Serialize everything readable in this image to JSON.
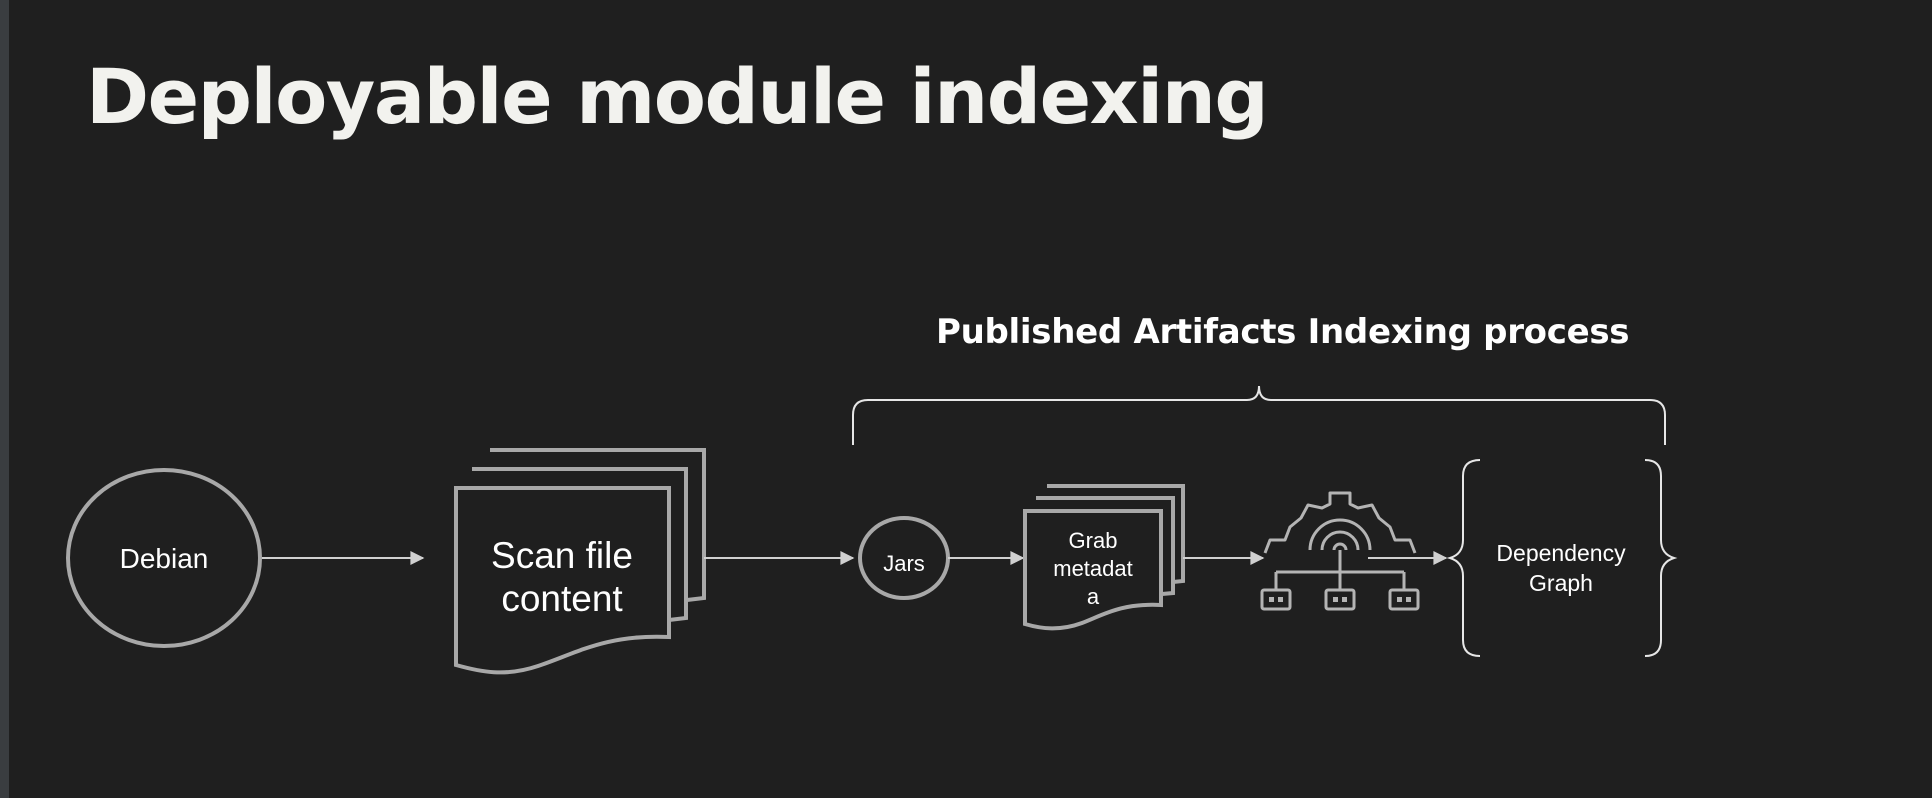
{
  "slide": {
    "title": "Deployable module indexing",
    "section_label": "Published Artifacts Indexing process"
  },
  "nodes": {
    "debian": "Debian",
    "scan_line1": "Scan file",
    "scan_line2": "content",
    "jars": "Jars",
    "grab_line1": "Grab",
    "grab_line2": "metadat",
    "grab_line3": "a",
    "dep_line1": "Dependency",
    "dep_line2": "Graph"
  },
  "icons": {
    "indexer": "gear-hierarchy-icon"
  },
  "colors": {
    "background": "#1f1f1f",
    "title": "#f2f2ee",
    "stroke": "#a8a8a8",
    "connector": "#d0d0d0"
  }
}
